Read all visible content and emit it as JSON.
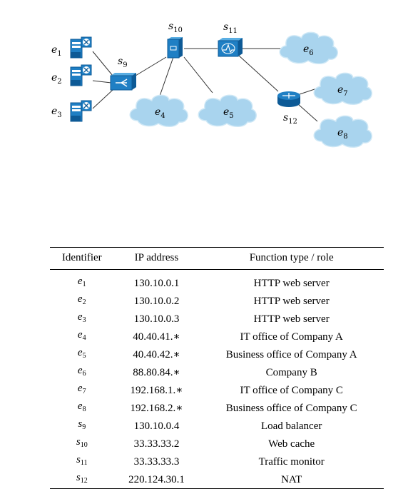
{
  "diagram": {
    "nodes": [
      {
        "id": "e1",
        "base": "e",
        "sub": "1",
        "kind": "server"
      },
      {
        "id": "e2",
        "base": "e",
        "sub": "2",
        "kind": "server"
      },
      {
        "id": "e3",
        "base": "e",
        "sub": "3",
        "kind": "server"
      },
      {
        "id": "e4",
        "base": "e",
        "sub": "4",
        "kind": "cloud"
      },
      {
        "id": "e5",
        "base": "e",
        "sub": "5",
        "kind": "cloud"
      },
      {
        "id": "e6",
        "base": "e",
        "sub": "6",
        "kind": "cloud"
      },
      {
        "id": "e7",
        "base": "e",
        "sub": "7",
        "kind": "cloud"
      },
      {
        "id": "e8",
        "base": "e",
        "sub": "8",
        "kind": "cloud"
      },
      {
        "id": "s9",
        "base": "s",
        "sub": "9",
        "kind": "load-balancer"
      },
      {
        "id": "s10",
        "base": "s",
        "sub": "10",
        "kind": "web-cache"
      },
      {
        "id": "s11",
        "base": "s",
        "sub": "11",
        "kind": "traffic-monitor"
      },
      {
        "id": "s12",
        "base": "s",
        "sub": "12",
        "kind": "router"
      }
    ],
    "edges": [
      [
        "e1",
        "s9"
      ],
      [
        "e2",
        "s9"
      ],
      [
        "e3",
        "s9"
      ],
      [
        "s9",
        "s10"
      ],
      [
        "s10",
        "e4"
      ],
      [
        "s10",
        "e5"
      ],
      [
        "s10",
        "s11"
      ],
      [
        "s11",
        "e6"
      ],
      [
        "s11",
        "s12"
      ],
      [
        "s12",
        "e7"
      ],
      [
        "s12",
        "e8"
      ]
    ],
    "colors": {
      "device": "#1f7fc4",
      "device_dark": "#0d5a96",
      "cloud": "#a9d4ee",
      "line": "#333333"
    }
  },
  "table": {
    "headers": [
      "Identifier",
      "IP address",
      "Function type / role"
    ],
    "rows": [
      {
        "base": "e",
        "sub": "1",
        "ip": "130.10.0.1",
        "role": "HTTP web server"
      },
      {
        "base": "e",
        "sub": "2",
        "ip": "130.10.0.2",
        "role": "HTTP web server"
      },
      {
        "base": "e",
        "sub": "3",
        "ip": "130.10.0.3",
        "role": "HTTP web server"
      },
      {
        "base": "e",
        "sub": "4",
        "ip": "40.40.41.∗",
        "role": "IT office of Company A"
      },
      {
        "base": "e",
        "sub": "5",
        "ip": "40.40.42.∗",
        "role": "Business office of Company A"
      },
      {
        "base": "e",
        "sub": "6",
        "ip": "88.80.84.∗",
        "role": "Company B"
      },
      {
        "base": "e",
        "sub": "7",
        "ip": "192.168.1.∗",
        "role": "IT office of Company C"
      },
      {
        "base": "e",
        "sub": "8",
        "ip": "192.168.2.∗",
        "role": "Business office of Company C"
      },
      {
        "base": "s",
        "sub": "9",
        "ip": "130.10.0.4",
        "role": "Load balancer"
      },
      {
        "base": "s",
        "sub": "10",
        "ip": "33.33.33.2",
        "role": "Web cache"
      },
      {
        "base": "s",
        "sub": "11",
        "ip": "33.33.33.3",
        "role": "Traffic monitor"
      },
      {
        "base": "s",
        "sub": "12",
        "ip": "220.124.30.1",
        "role": "NAT"
      }
    ]
  }
}
